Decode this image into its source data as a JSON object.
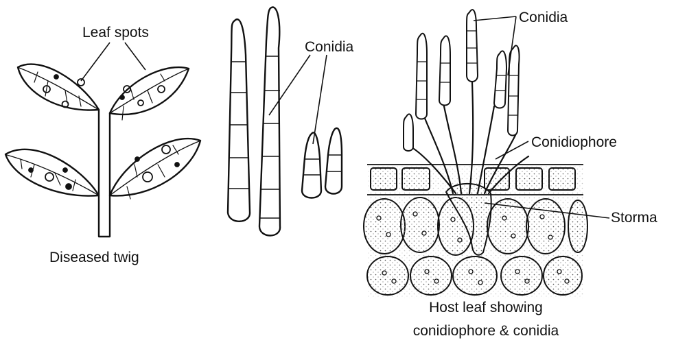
{
  "labels": {
    "leaf_spots": "Leaf spots",
    "conidia_middle": "Conidia",
    "conidia_right": "Conidia",
    "conidiophore": "Conidiophore",
    "storma": "Storma",
    "diseased_twig": "Diseased twig",
    "host_leaf_line1": "Host leaf showing",
    "host_leaf_line2": "conidiophore & conidia"
  },
  "colors": {
    "ink": "#111111",
    "paper": "#ffffff",
    "stipple": "#555555"
  }
}
